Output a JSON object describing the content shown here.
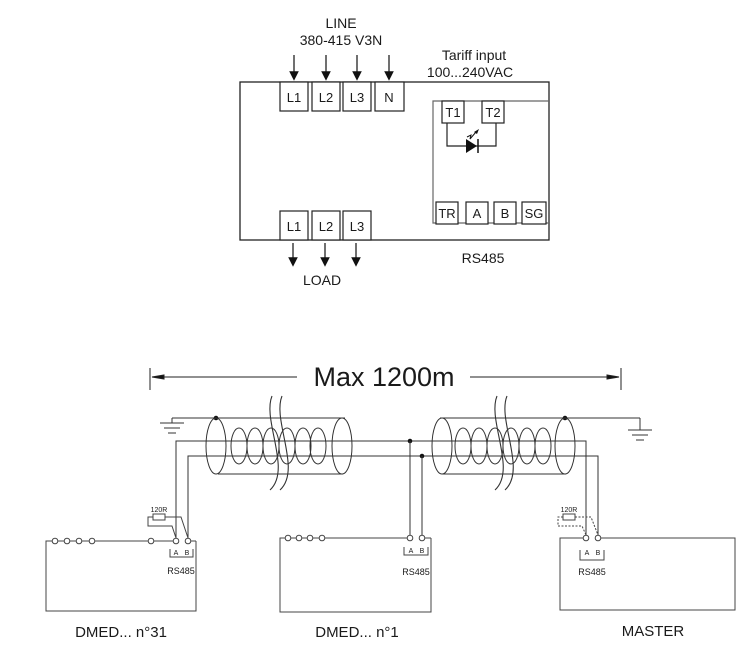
{
  "meter": {
    "line_label": "LINE",
    "line_voltage": "380-415 V3N",
    "tariff_label": "Tariff input",
    "tariff_voltage": "100...240VAC",
    "input_terminals": [
      "L1",
      "L2",
      "L3",
      "N"
    ],
    "tariff_terminals": [
      "T1",
      "T2"
    ],
    "comm_terminals": [
      "TR",
      "A",
      "B",
      "SG"
    ],
    "comm_label": "RS485",
    "output_terminals": [
      "L1",
      "L2",
      "L3"
    ],
    "load_label": "LOAD"
  },
  "network": {
    "distance_label": "Max 1200m",
    "devices": [
      {
        "name": "DMED... n°31",
        "terminal_a": "A",
        "terminal_b": "B",
        "port_label": "RS485",
        "resistor_label": "120R",
        "resistor_style": "solid"
      },
      {
        "name": "DMED... n°1",
        "terminal_a": "A",
        "terminal_b": "B",
        "port_label": "RS485"
      },
      {
        "name": "MASTER",
        "terminal_a": "A",
        "terminal_b": "B",
        "port_label": "RS485",
        "resistor_label": "120R",
        "resistor_style": "dashed"
      }
    ]
  }
}
